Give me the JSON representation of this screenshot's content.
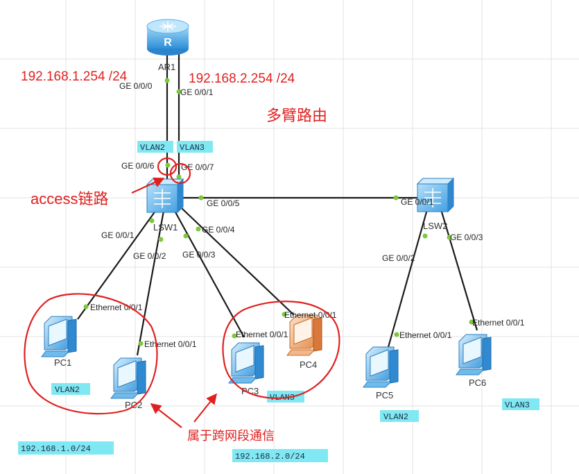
{
  "devices": {
    "router": "AR1",
    "switch1": "LSW1",
    "switch2": "LSW2",
    "pc1": "PC1",
    "pc2": "PC2",
    "pc3": "PC3",
    "pc4": "PC4",
    "pc5": "PC5",
    "pc6": "PC6"
  },
  "ports": {
    "ar1_ge000": "GE 0/0/0",
    "ar1_ge001": "GE 0/0/1",
    "sw1_ge006": "GE 0/0/6",
    "sw1_ge007": "GE 0/0/7",
    "sw1_ge005": "GE 0/0/5",
    "sw1_ge001": "GE 0/0/1",
    "sw1_ge002": "GE 0/0/2",
    "sw1_ge003": "GE 0/0/3",
    "sw1_ge004": "GE 0/0/4",
    "sw2_ge001": "GE 0/0/1",
    "sw2_ge002": "GE 0/0/2",
    "sw2_ge003": "GE 0/0/3",
    "pc1_eth": "Ethernet 0/0/1",
    "pc2_eth": "Ethernet 0/0/1",
    "pc3_eth": "Ethernet 0/0/1",
    "pc4_eth": "Ethernet 0/0/1",
    "pc5_eth": "Ethernet 0/0/1",
    "pc6_eth": "Ethernet 0/0/1"
  },
  "vlan_tags": {
    "uplink_vlan2": "VLAN2",
    "uplink_vlan3": "VLAN3",
    "pc1_vlan": "VLAN2",
    "pc3_vlan": "VLAN3",
    "pc5_vlan": "VLAN2",
    "pc6_vlan": "VLAN3"
  },
  "subnets": {
    "vlan2_net": "192.168.1.0/24",
    "vlan3_net": "192.168.2.0/24"
  },
  "annotations": {
    "gw1": "192.168.1.254 /24",
    "gw2": "192.168.2.254 /24",
    "router_on_stick": "多臂路由",
    "access_link": "access链路",
    "cross_segment": "属于跨网段通信"
  },
  "colors": {
    "router_blue": "#39a6e8",
    "switch_blue": "#4fb3ea",
    "pc_blue": "#4aa8e6",
    "pc4_orange": "#f0a060",
    "annotation_red": "#e02020",
    "tag_cyan": "#7fe8f2",
    "link_black": "#1a1a1a",
    "port_green": "#7cc83a"
  }
}
